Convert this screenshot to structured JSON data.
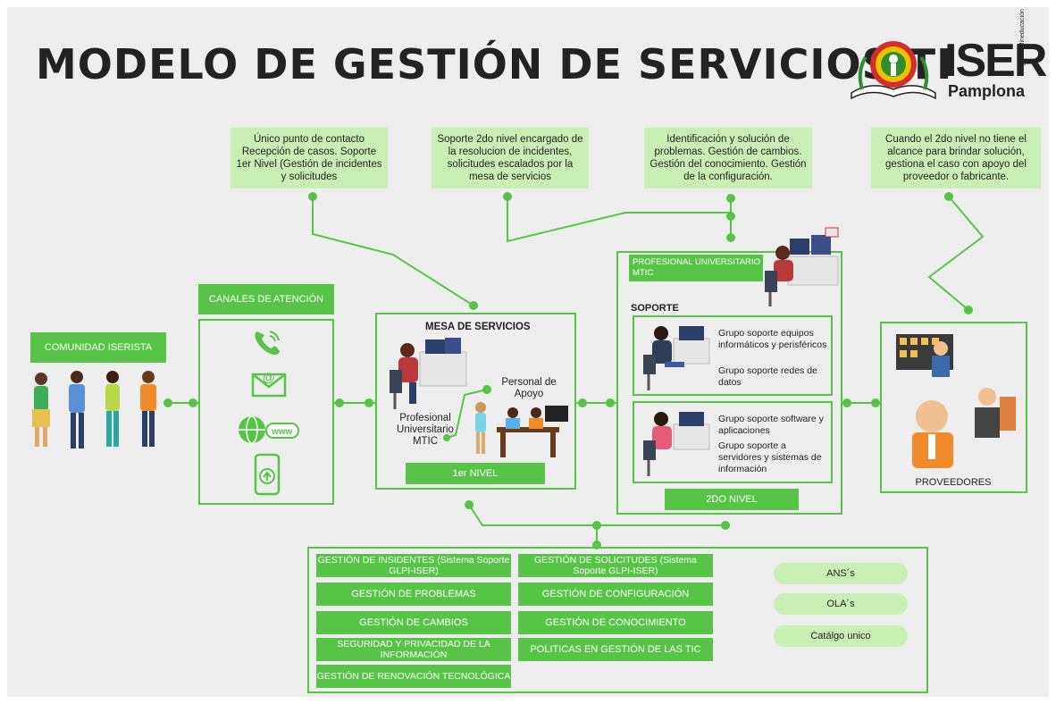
{
  "title": "MODELO DE GESTIÓN DE SERVICIOS TI",
  "logo": {
    "main": "ISER",
    "sub": "Pamplona",
    "vertical": "Vigilada Mineducación"
  },
  "notes": [
    "Único punto de contacto Recepción de casos. Soporte 1er Nivel (Gestión de incidentes y solicitudes",
    "Soporte 2do nivel encargado de la resolucion de incidentes, solicitudes escalados por la mesa de servicios",
    "Identificación y solución de problemas. Gestión de cambios. Gestión del conocimiento. Gestión de la configuración.",
    "Cuando el 2do nivel no tiene el alcance para brindar solución, gestiona el caso con apoyo del proveedor o fabricante."
  ],
  "comunidad": "COMUNIDAD ISERISTA",
  "canales": "CANALES DE ATENCIÓN",
  "mesa": {
    "title": "MESA DE SERVICIOS",
    "profesional": "Profesional Universitario MTIC",
    "apoyo": "Personal de Apoyo",
    "nivel": "1er NIVEL"
  },
  "segundo": {
    "header": "PROFESIONAL UNIVERSITARIO MTIC",
    "soporte": "SOPORTE",
    "grupo1a": "Grupo soporte equipos informáticos y perisféricos",
    "grupo1b": "Grupo soporte redes de datos",
    "grupo2a": "Grupo soporte software y aplicaciones",
    "grupo2b": "Grupo soporte a servidores y sistemas de información",
    "nivel": "2DO NIVEL"
  },
  "proveedores": "PROVEEDORES",
  "gestion_left": [
    "GESTIÓN DE INSIDENTES (Sistema Soporte GLPI-ISER)",
    "GESTIÓN DE PROBLEMAS",
    "GESTIÓN DE CAMBIOS",
    "SEGURIDAD Y PRIVACIDAD DE LA INFORMACIÓN",
    "GESTIÓN DE RENOVACIÓN TECNOLÓGICA"
  ],
  "gestion_right": [
    "GESTIÓN DE SOLICITUDES (Sistema Soporte GLPI-ISER)",
    "GESTIÓN DE CONFIGURACIÓN",
    "GESTIÓN DE CONOCIMIENTO",
    "POLITICAS EN GESTIÓN DE LAS TIC"
  ],
  "pills": [
    "ANS´s",
    "OLA´s",
    "Catálgo unico"
  ],
  "colors": {
    "green": "#57c447",
    "light_green": "#c8f0b4",
    "background": "#eeeeee"
  }
}
